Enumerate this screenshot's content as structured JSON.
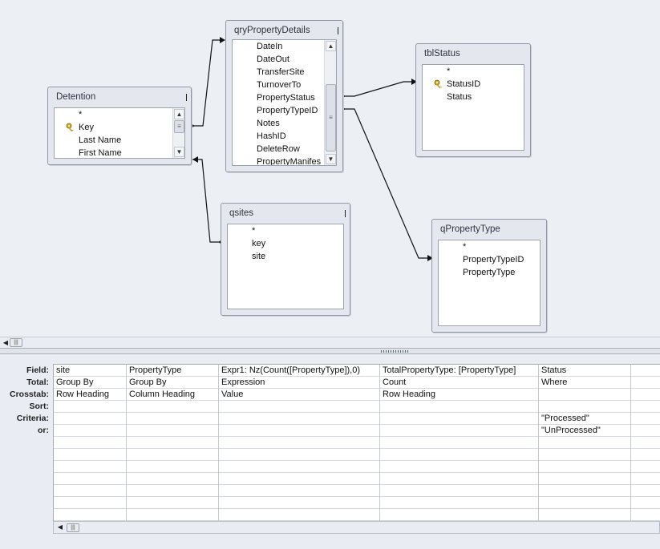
{
  "tables": {
    "detention": {
      "title": "Detention",
      "fields": [
        "*",
        "Key",
        "Last Name",
        "First Name"
      ]
    },
    "qry_property_details": {
      "title": "qryPropertyDetails",
      "fields": [
        "DateIn",
        "DateOut",
        "TransferSite",
        "TurnoverTo",
        "PropertyStatus",
        "PropertyTypeID",
        "Notes",
        "HashID",
        "DeleteRow",
        "PropertyManifes"
      ]
    },
    "tbl_status": {
      "title": "tblStatus",
      "fields": [
        "*",
        "StatusID",
        "Status"
      ]
    },
    "qsites": {
      "title": "qsites",
      "fields": [
        "*",
        "key",
        "site"
      ]
    },
    "q_property_type": {
      "title": "qPropertyType",
      "fields": [
        "*",
        "PropertyTypeID",
        "PropertyType"
      ]
    }
  },
  "grid": {
    "row_labels": [
      "Field:",
      "Total:",
      "Crosstab:",
      "Sort:",
      "Criteria:",
      "or:"
    ],
    "columns": [
      {
        "field": "site",
        "total": "Group By",
        "crosstab": "Row Heading",
        "sort": "",
        "criteria": "",
        "or": ""
      },
      {
        "field": "PropertyType",
        "total": "Group By",
        "crosstab": "Column Heading",
        "sort": "",
        "criteria": "",
        "or": ""
      },
      {
        "field": "Expr1: Nz(Count([PropertyType]),0)",
        "total": "Expression",
        "crosstab": "Value",
        "sort": "",
        "criteria": "",
        "or": ""
      },
      {
        "field": "TotalPropertyType: [PropertyType]",
        "total": "Count",
        "crosstab": "Row Heading",
        "sort": "",
        "criteria": "",
        "or": ""
      },
      {
        "field": "Status",
        "total": "Where",
        "crosstab": "",
        "sort": "",
        "criteria": "\"Processed\"",
        "or": "\"UnProcessed\""
      },
      {
        "field": "",
        "total": "",
        "crosstab": "",
        "sort": "",
        "criteria": "",
        "or": ""
      }
    ]
  },
  "icons": {
    "primary_key": "key-icon",
    "scroll_up": "triangle-up-icon",
    "scroll_down": "triangle-down-icon",
    "scroll_left": "triangle-left-icon"
  },
  "colors": {
    "key_icon": "#c8a020",
    "join_line": "#111111",
    "window_bg": "#e4e8ee"
  }
}
